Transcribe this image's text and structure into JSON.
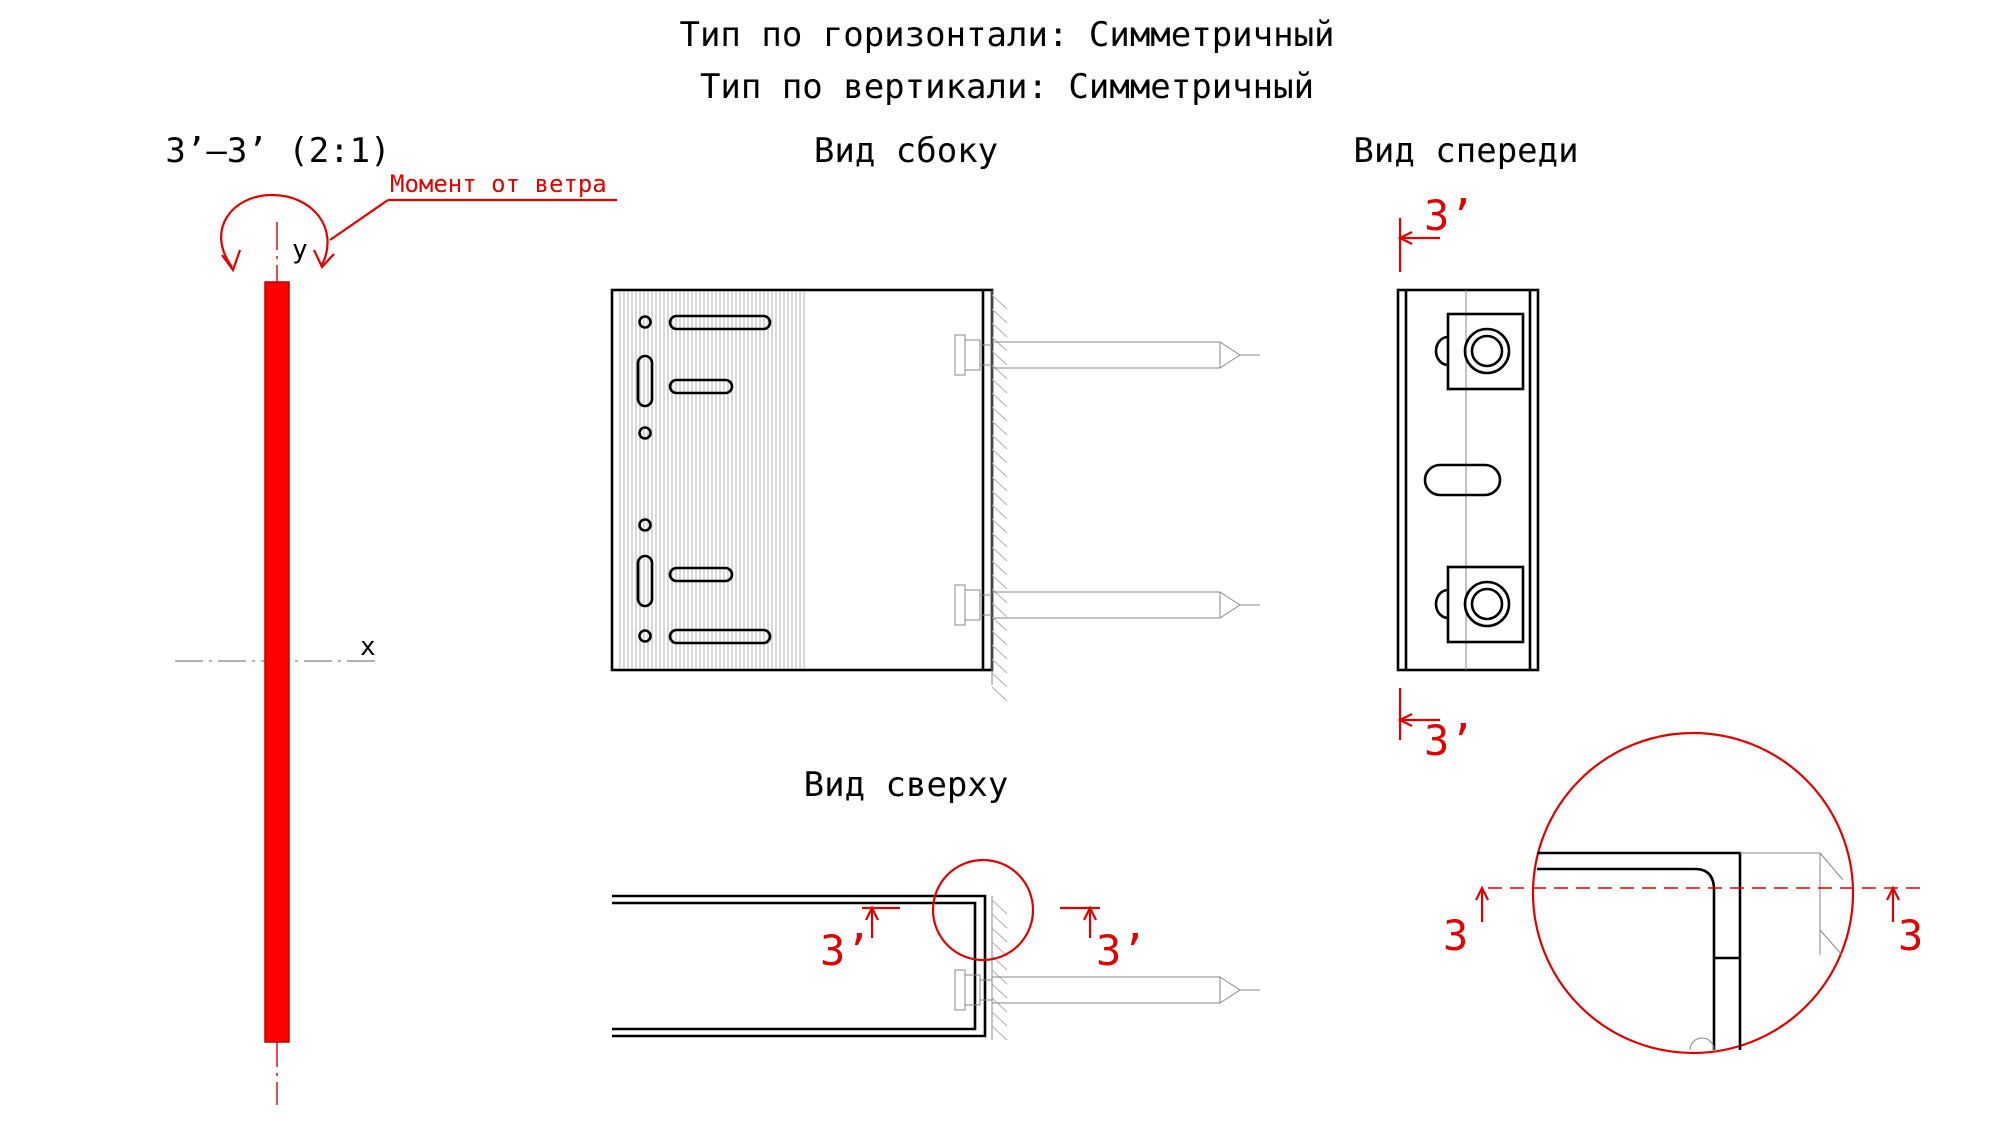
{
  "header": {
    "horizontal_type": "Тип по горизонтали: Симметричный",
    "vertical_type": "Тип по вертикали: Симметричный"
  },
  "section": {
    "title": "3’–3’ (2:1)",
    "wind_moment_label": "Момент от ветра",
    "axis_y": "y",
    "axis_x": "x"
  },
  "views": {
    "side": "Вид сбоку",
    "front": "Вид спереди",
    "top": "Вид сверху"
  },
  "marks": {
    "section_prime": "3’",
    "section_plain": "3"
  },
  "colors": {
    "accent": "#e00000",
    "line": "#000000",
    "hatch": "#b0b0b0"
  }
}
